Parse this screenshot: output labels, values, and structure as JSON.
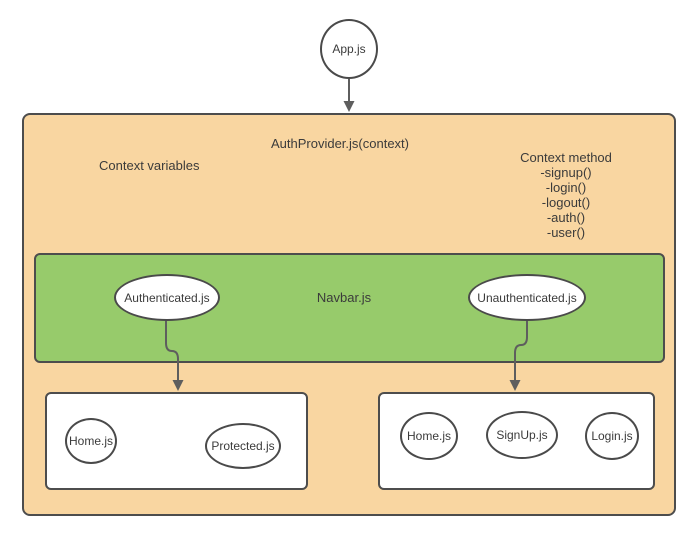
{
  "diagram": {
    "app": {
      "label": "App.js"
    },
    "provider": {
      "title": "AuthProvider.js(context)",
      "variables_label": "Context variables",
      "methods": {
        "title": "Context method",
        "list": [
          "-signup()",
          "-login()",
          "-logout()",
          "-auth()",
          "-user()"
        ]
      }
    },
    "navbar": {
      "label": "Navbar.js",
      "authenticated_label": "Authenticated.js",
      "unauthenticated_label": "Unauthenticated.js"
    },
    "authenticated_routes": [
      "Home.js",
      "Protected.js"
    ],
    "unauthenticated_routes": [
      "Home.js",
      "SignUp.js",
      "Login.js"
    ],
    "colors": {
      "provider_fill": "#f9d6a1",
      "navbar_fill": "#97cb6b",
      "node_fill": "#ffffff",
      "shape_stroke": "#4d4d4d",
      "connector": "#5e5e5e",
      "text": "#3b3b3b",
      "background": "#ffffff"
    }
  }
}
